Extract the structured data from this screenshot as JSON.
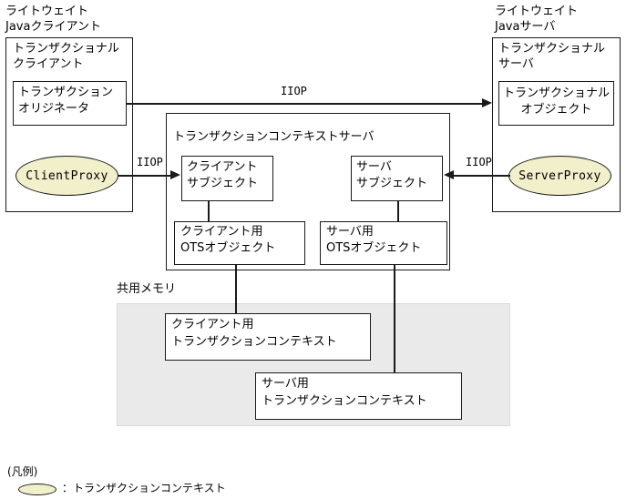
{
  "diagram": {
    "title": "OTS / transaction context server architecture diagram",
    "colors": {
      "line": "#1a1a1a",
      "context_fill": "#f2efcb",
      "shared_memory_fill": "#eaeaea",
      "background": "#ffffff"
    },
    "client_zone": {
      "caption_line1": "ライトウェイト",
      "caption_line2": "Javaクライアント",
      "box_title_line1": "トランザクショナル",
      "box_title_line2": "クライアント",
      "originator": {
        "line1": "トランザクション",
        "line2": "オリジネータ"
      },
      "proxy_label": "ClientProxy"
    },
    "server_zone": {
      "caption_line1": "ライトウェイト",
      "caption_line2": "Javaサーバ",
      "box_title_line1": "トランザクショナル",
      "box_title_line2": "サーバ",
      "transactional_object": {
        "line1": "トランザクショナル",
        "line2": "オブジェクト"
      },
      "proxy_label": "ServerProxy"
    },
    "context_server": {
      "title": "トランザクションコンテキストサーバ",
      "client_subject": {
        "line1": "クライアント",
        "line2": "サブジェクト"
      },
      "server_subject": {
        "line1": "サーバ",
        "line2": "サブジェクト"
      },
      "client_ots_object": {
        "line1": "クライアント用",
        "line2": "OTSオブジェクト"
      },
      "server_ots_object": {
        "line1": "サーバ用",
        "line2": "OTSオブジェクト"
      }
    },
    "shared_memory": {
      "caption": "共用メモリ",
      "client_context": {
        "line1": "クライアント用",
        "line2": "トランザクションコンテキスト"
      },
      "server_context": {
        "line1": "サーバ用",
        "line2": "トランザクションコンテキスト"
      }
    },
    "protocol_labels": {
      "top": "IIOP",
      "left": "IIOP",
      "right": "IIOP"
    },
    "legend": {
      "heading": "(凡例)",
      "item_separator": "：",
      "item_label": "トランザクションコンテキスト"
    }
  }
}
